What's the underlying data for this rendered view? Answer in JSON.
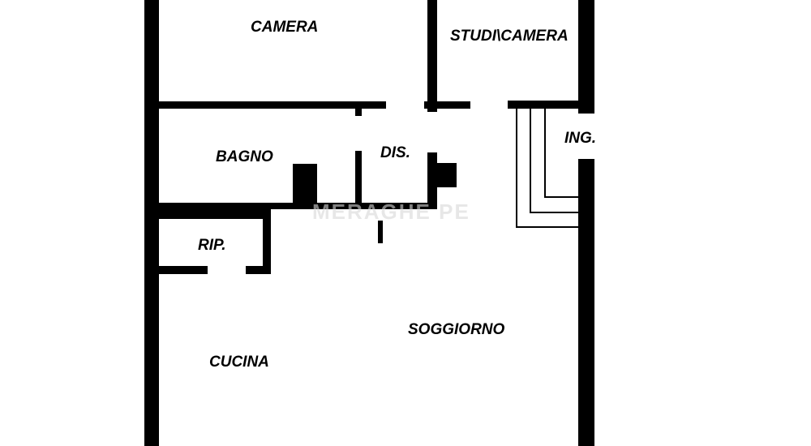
{
  "rooms": {
    "camera": "CAMERA",
    "studio_camera": "STUDI\\CAMERA",
    "bagno": "BAGNO",
    "disimpegno": "DIS.",
    "ingresso": "ING.",
    "ripostiglio": "RIP.",
    "soggiorno": "SOGGIORNO",
    "cucina": "CUCINA"
  },
  "colors": {
    "wall": "#000000",
    "background": "#ffffff"
  }
}
